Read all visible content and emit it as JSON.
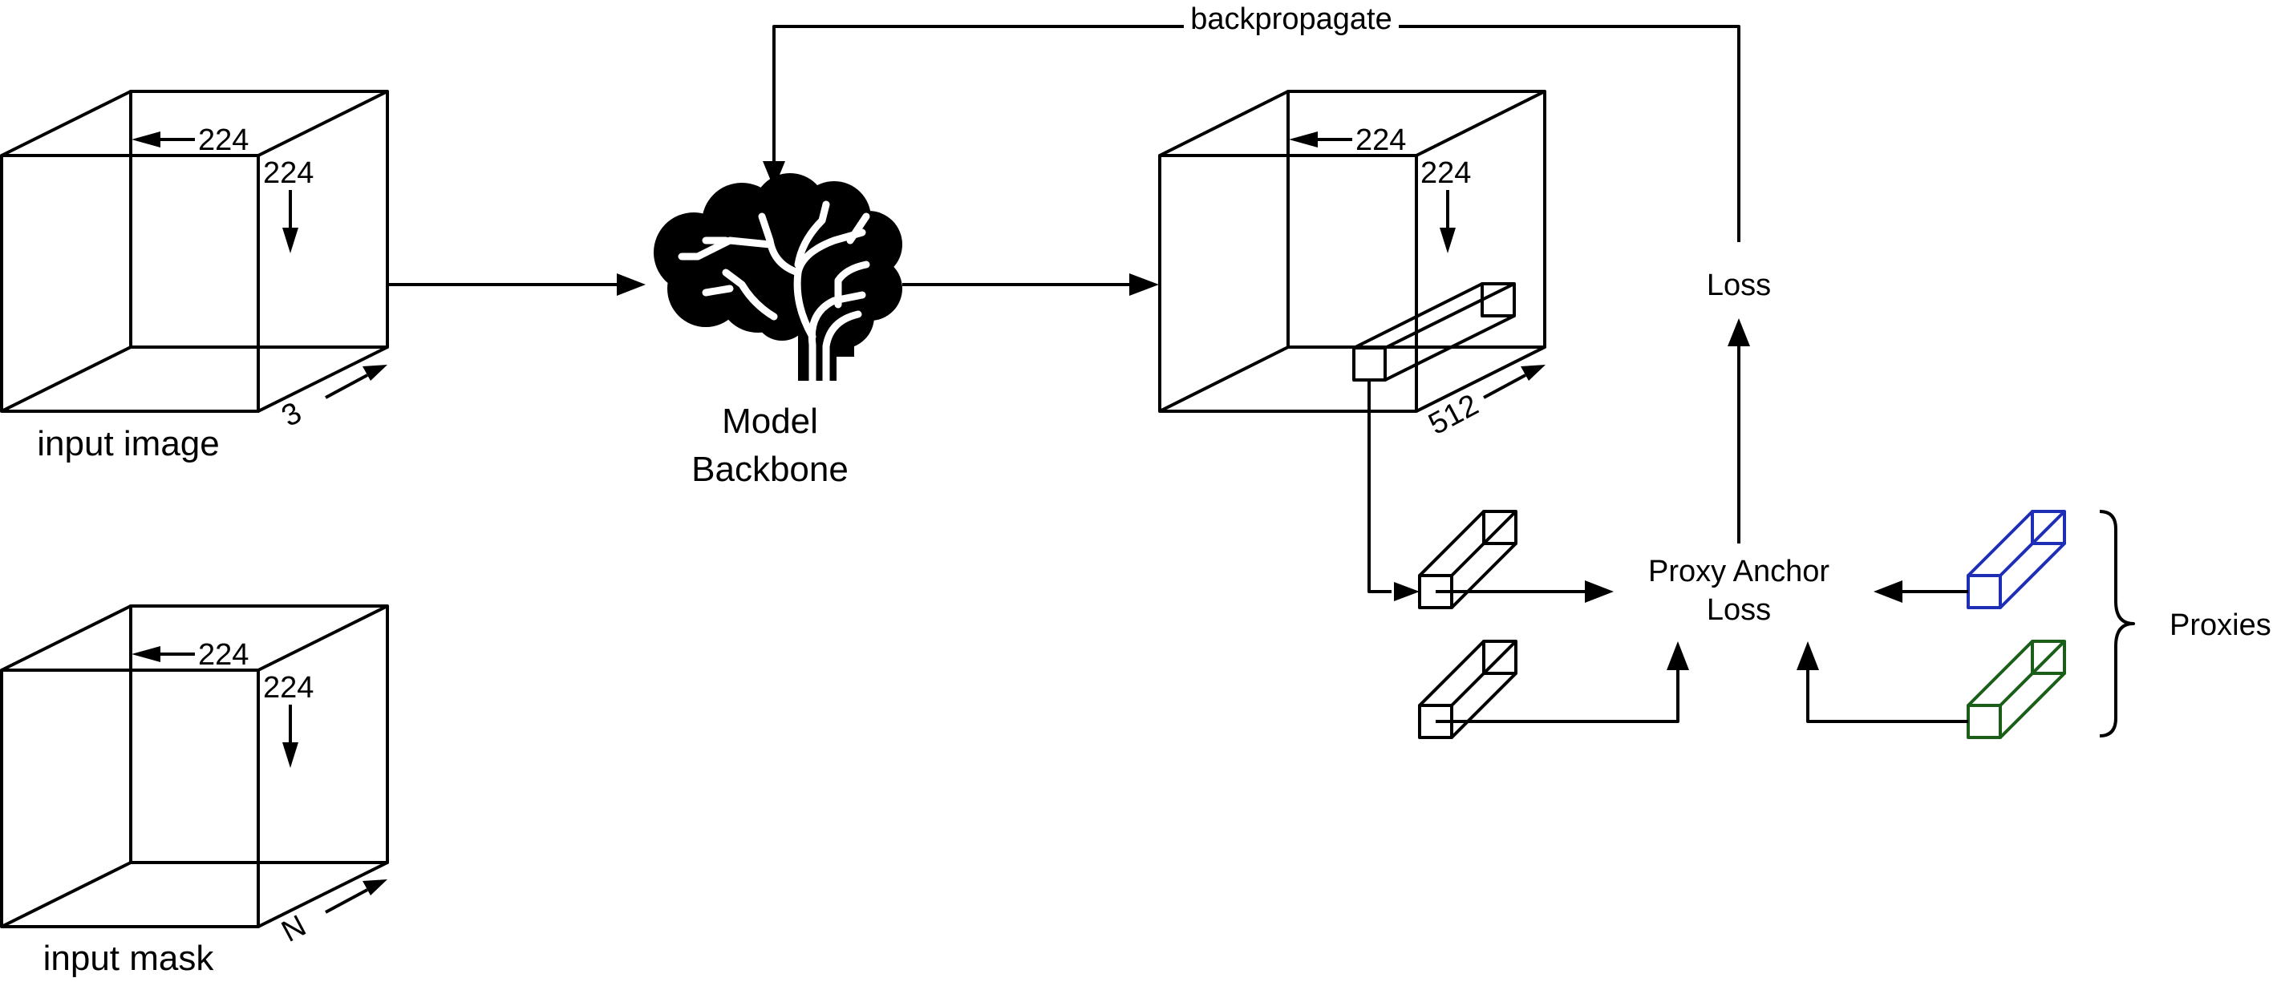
{
  "input_image": {
    "label": "input image",
    "width": "224",
    "height": "224",
    "depth": "3"
  },
  "input_mask": {
    "label": "input mask",
    "width": "224",
    "height": "224",
    "depth": "N"
  },
  "backbone": {
    "label_line1": "Model",
    "label_line2": "Backbone",
    "icon": "brain-icon"
  },
  "feature_map": {
    "width": "224",
    "height": "224",
    "depth": "512"
  },
  "backprop_label": "backpropagate",
  "loss_label": "Loss",
  "proxy_anchor": {
    "line1": "Proxy Anchor",
    "line2": "Loss"
  },
  "proxies_label": "Proxies",
  "colors": {
    "line": "#000000",
    "proxy_blue": "#1f2fb5",
    "proxy_green": "#1a5e1a"
  }
}
